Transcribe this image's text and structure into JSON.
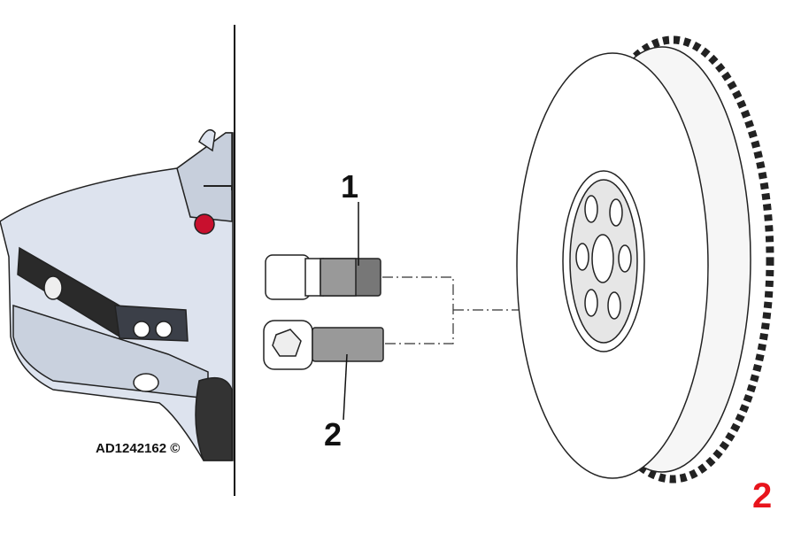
{
  "labels": {
    "part1": "1",
    "part2": "2",
    "code": "AD1242162 ©",
    "figure_number": "2"
  },
  "colors": {
    "figure_number": "#e8141c",
    "car_body": "#dde3ee",
    "marker": "#c8102e"
  }
}
